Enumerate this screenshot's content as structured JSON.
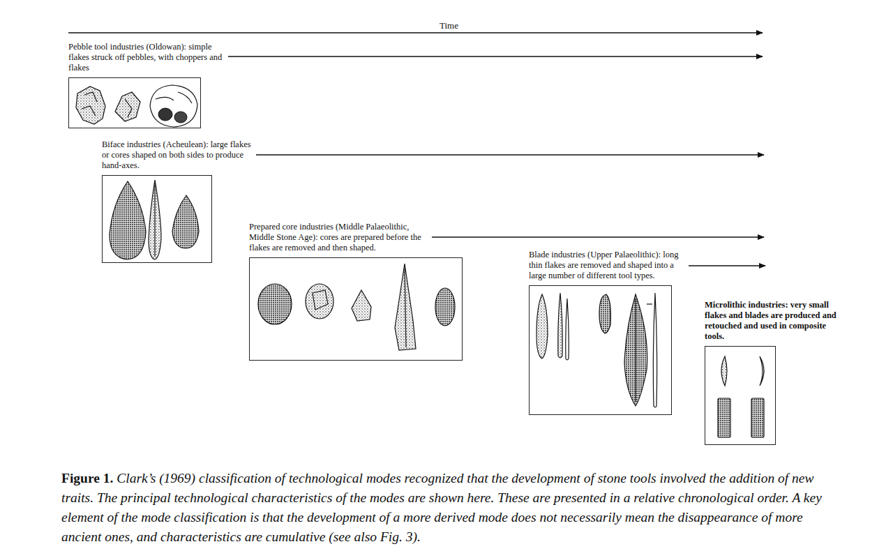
{
  "diagram": {
    "caption": "Clark’s (1969) classification of technological modes recognized that the development of stone tools involved the addition of new traits. The principal technological characteristics of the modes are shown here. These are presented in a relative chronological order. A key element of the mode classification is that the development of a more derived mode does not necessarily mean the disappearance of more ancient ones, and characteristics are cumulative (see also Fig. 3).",
    "nodes": [
      {
        "text": [
          "Pebble tool industries (Oldowan): simple flakes struck off pebbles, with choppers and flakes"
        ]
      },
      {
        "text": [
          "Biface industries (Acheulean): large flakes or cores shaped on both sides to produce hand-axes."
        ]
      },
      {
        "text": [
          "Prepared core industries (Middle Palaeolithic, Middle Stone Age): cores are prepared before the flakes are removed and then shaped."
        ]
      },
      {
        "text": [
          "Blade industries (Upper Palaeolithic): long thin flakes are removed and shaped into a large number of different tool types."
        ]
      },
      {
        "text": [
          "Microlithic industries: very small flakes and blades are produced and retouched and used in composite tools."
        ]
      }
    ],
    "labels": [
      "Time",
      "Figure 1."
    ]
  }
}
